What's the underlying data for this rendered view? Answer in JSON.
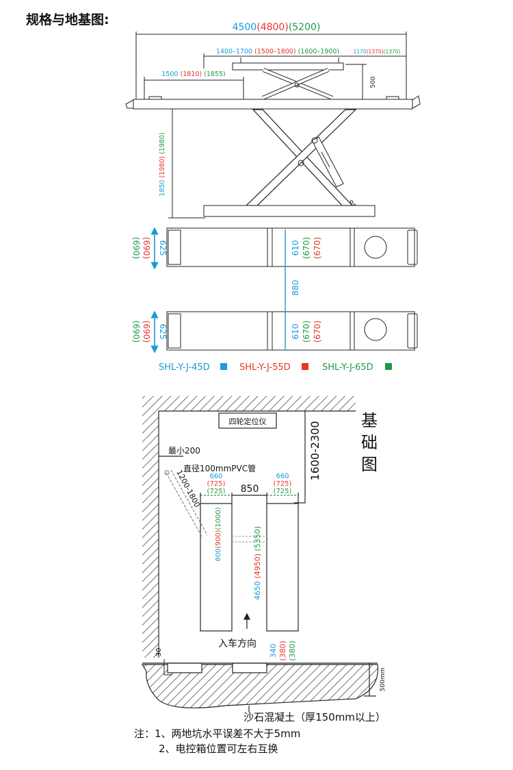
{
  "heading": "规格与地基图:",
  "colors": {
    "blue": "#1a9bd7",
    "red": "#e53527",
    "green": "#1f9a45",
    "line": "#222222"
  },
  "spec": {
    "overall": {
      "blue": "4500",
      "red": "(4800)",
      "green": "(5200)"
    },
    "platform_span": {
      "blue": "1400–1700",
      "red": "(1500–1800)",
      "green": "(1600–1900)"
    },
    "rear_offset": {
      "blue": "1170",
      "red": "(1370)",
      "green": "(1370)"
    },
    "front_span": {
      "blue": "1500",
      "red": "(1810)",
      "green": "(1855)"
    },
    "extension_height": "500",
    "lift_height": {
      "blue": "1850",
      "red": "(1980)",
      "green": "(1980)"
    },
    "width_outer": {
      "green": "(690)",
      "red": "(690)",
      "blue": "625"
    },
    "width_inner": {
      "blue": "610",
      "green": "(670)",
      "red": "(670)"
    },
    "gap": "880"
  },
  "legend": [
    {
      "label": "SHL-Y-J-45D",
      "color": "#1a9bd7"
    },
    {
      "label": "SHL-Y-J-55D",
      "color": "#e53527"
    },
    {
      "label": "SHL-Y-J-65D",
      "color": "#1f9a45"
    }
  ],
  "foundation": {
    "title_chars": [
      "基",
      "础",
      "图"
    ],
    "aligner_box": "四轮定位仪",
    "front_clearance": "1600-2300",
    "min_label": "最小200",
    "pvc_label": "直径100mmPVC管",
    "pipe_length": "1200-1800",
    "pit_width": {
      "blue": "660",
      "red": "(725)",
      "green": "(725)"
    },
    "pit_gap": "850",
    "channel_length": {
      "blue": "800",
      "red": "(900)",
      "green": "(1000)"
    },
    "pit_length": {
      "blue": "4650",
      "red": "(4950)",
      "green": "(5350)"
    },
    "direction": "入车方向",
    "pit_depth": {
      "blue": "340",
      "red": "(380)",
      "green": "(380)"
    },
    "lip": "30",
    "slab_depth": "500mm",
    "concrete_label": "沙石混凝土（厚150mm以上）"
  },
  "notes": [
    "注：1、两地坑水平误差不大于5mm",
    "2、电控箱位置可左右互换"
  ]
}
